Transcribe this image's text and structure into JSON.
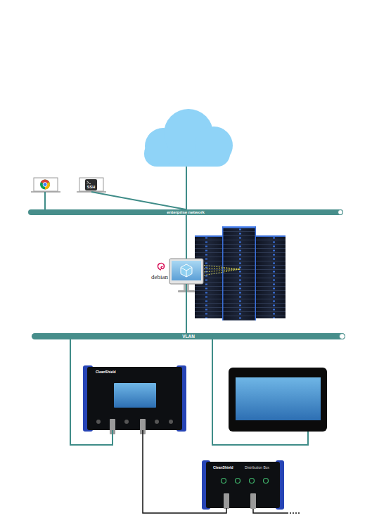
{
  "diagram": {
    "nodes": [
      {
        "text": [
          "SSH"
        ]
      },
      {
        "text": [
          "enterprise network"
        ]
      },
      {
        "text": [
          "debian"
        ]
      },
      {
        "text": [
          "VLAN"
        ]
      },
      {
        "text": [
          "CleanShield"
        ]
      },
      {
        "text": [
          "CleanShield",
          "Distribution Box"
        ]
      }
    ],
    "edges": [
      {
        "from": 0,
        "to": 1,
        "arrow": "none"
      },
      {
        "from": 1,
        "to": 2,
        "arrow": "none"
      },
      {
        "from": 2,
        "to": 3,
        "arrow": "none"
      },
      {
        "from": 3,
        "to": 4,
        "arrow": "none"
      },
      {
        "from": 4,
        "to": 5,
        "arrow": "none"
      }
    ]
  }
}
